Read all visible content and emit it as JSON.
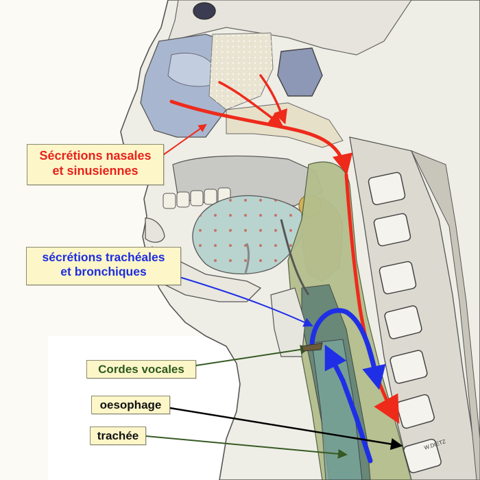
{
  "labels": {
    "nasal": {
      "line1": "Sécrétions nasales",
      "line2": "et sinusiennes",
      "color": "#e8221a"
    },
    "tracheal": {
      "line1": "sécrétions trachéales",
      "line2": "et bronchiques",
      "color": "#1d2ee0"
    },
    "vocal_cords": {
      "text": "Cordes vocales",
      "color": "#2c5a1e"
    },
    "oesophagus": {
      "text": "oesophage",
      "color": "#111111"
    },
    "trachea": {
      "text": "trachée",
      "color": "#111111"
    }
  },
  "signature": "W.DIETZ",
  "colors": {
    "label_bg": "#fdf6c9",
    "red_arrow": "#ee2a1b",
    "blue_arrow": "#1f2fe6",
    "green_arrow": "#355a22",
    "black_arrow": "#000000"
  }
}
